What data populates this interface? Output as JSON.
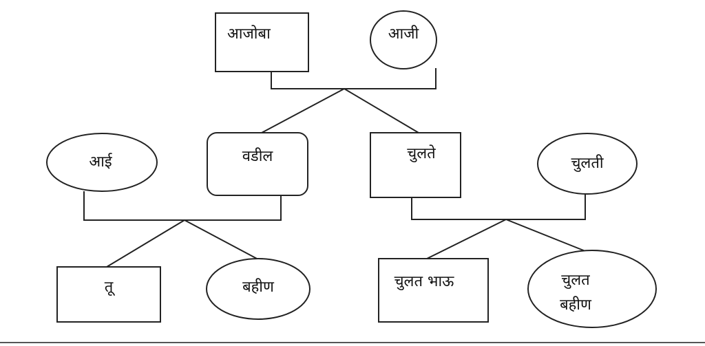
{
  "diagram": {
    "type": "family-tree",
    "nodes": {
      "grandfather": "आजोबा",
      "grandmother": "आजी",
      "mother": "आई",
      "father": "वडील",
      "uncle": "चुलते",
      "aunt": "चुलती",
      "you": "तू",
      "sister": "बहीण",
      "cousin_brother": "चुलत भाऊ",
      "cousin_sister_line1": "चुलत",
      "cousin_sister_line2": "बहीण"
    },
    "colors": {
      "stroke": "#222222",
      "background": "#ffffff"
    }
  }
}
